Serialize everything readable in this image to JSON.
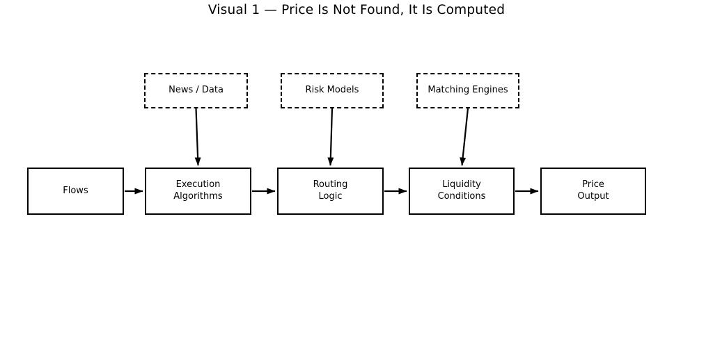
{
  "title": "Visual 1 — Price Is Not Found, It Is Computed",
  "diagram": {
    "inputs": [
      {
        "label": "News / Data"
      },
      {
        "label": "Risk Models"
      },
      {
        "label": "Matching Engines"
      }
    ],
    "pipeline": [
      {
        "label": "Flows"
      },
      {
        "label": "Execution\nAlgorithms"
      },
      {
        "label": "Routing\nLogic"
      },
      {
        "label": "Liquidity\nConditions"
      },
      {
        "label": "Price\nOutput"
      }
    ]
  },
  "colors": {
    "line": "#000000",
    "text": "#000000",
    "background": "#ffffff"
  }
}
